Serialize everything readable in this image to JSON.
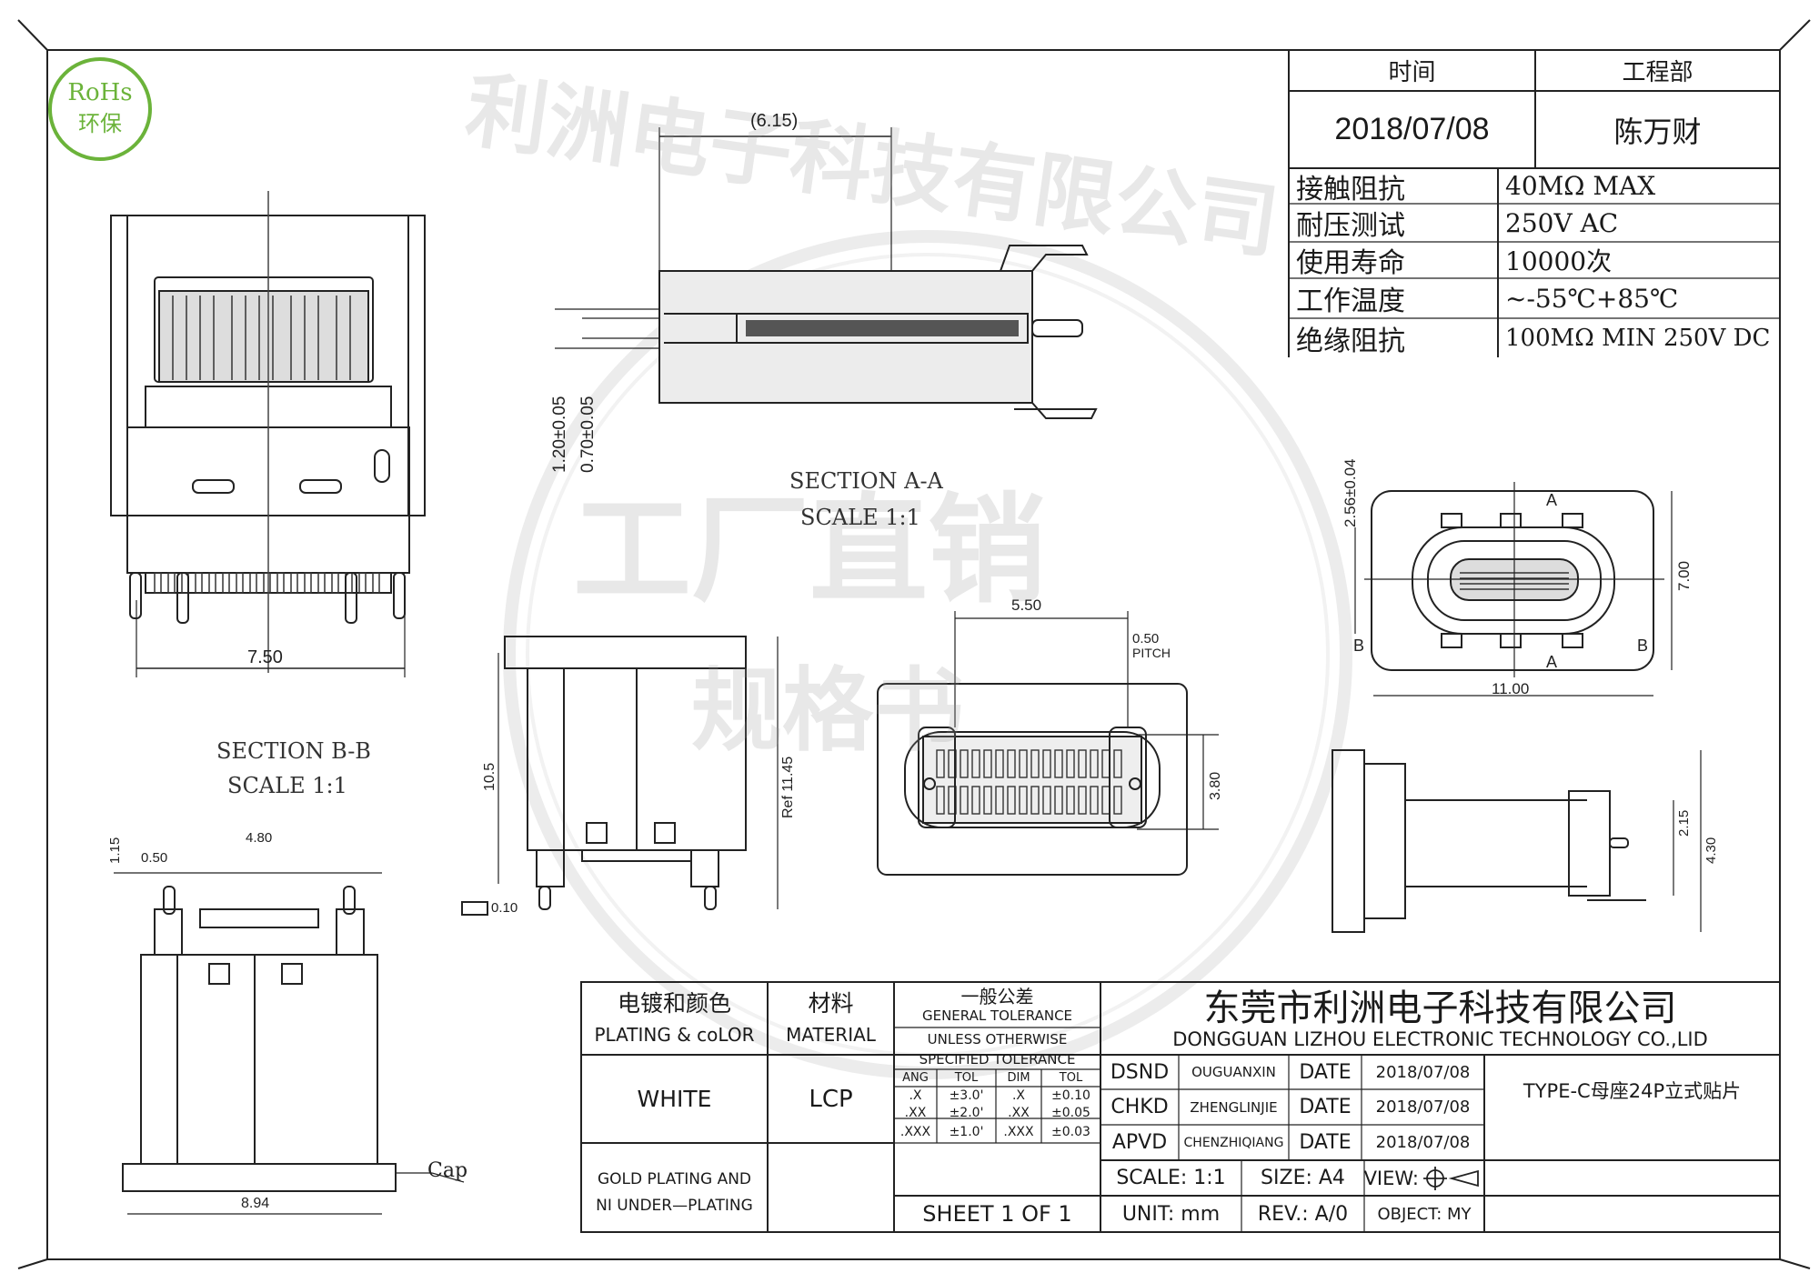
{
  "rohs": {
    "title": "RoHs",
    "subtitle": "环保"
  },
  "watermark": {
    "company": "利洲电子科技有限公司",
    "middle": "工厂直销",
    "lower": "规格书"
  },
  "header": {
    "time_label": "时间",
    "dept_label": "工程部",
    "date": "2018/07/08",
    "engineer": "陈万财"
  },
  "specs": [
    {
      "key": "接触阻抗",
      "value": "40MΩ  MAX"
    },
    {
      "key": "耐压测试",
      "value": "250V  AC"
    },
    {
      "key": "使用寿命",
      "value": "10000次"
    },
    {
      "key": "工作温度",
      "value": "~-55℃+85℃"
    },
    {
      "key": "绝缘阻抗",
      "value": "100MΩ  MIN  250V  DC"
    }
  ],
  "dimensions": {
    "d615": "(6.15)",
    "d120": "1.20±0.05",
    "d070": "0.70±0.05",
    "d750": "7.50",
    "d256": "2.56±0.04",
    "d700": "7.00",
    "d1100": "11.00",
    "d550": "5.50",
    "d050pitch": "0.50",
    "pitch": "PITCH",
    "d380": "3.80",
    "d105": "10.5",
    "dref": "Ref 11.45",
    "d010": "0.10",
    "d115": "1.15",
    "d050": "0.50",
    "d480": "4.80",
    "d894": "8.94",
    "cap": "Cap",
    "d215": "2.15",
    "d430": "4.30",
    "A": "A",
    "B": "B"
  },
  "sections": {
    "aa_title": "SECTION  A-A",
    "aa_scale": "SCALE  1:1",
    "bb_title": "SECTION  B-B",
    "bb_scale": "SCALE  1:1"
  },
  "title_block": {
    "plating_zh": "电镀和颜色",
    "plating_en": "PLATING & coLOR",
    "material_zh": "材料",
    "material_en": "MATERIAL",
    "tol_zh": "一般公差",
    "tol_en": "GENERAL  TOLERANCE",
    "unless": "UNLESS  OTHERWISE",
    "specified": "SPECIFIED  TOLERANCE",
    "tol_headers": [
      "ANG",
      "TOL",
      "DIM",
      "TOL"
    ],
    "tol_rows": [
      [
        ".X",
        "±3.0'",
        ".X",
        "±0.10"
      ],
      [
        ".XX",
        "±2.0'",
        ".XX",
        "±0.05"
      ],
      [
        ".XXX",
        "±1.0'",
        ".XXX",
        "±0.03"
      ]
    ],
    "company_zh": "东莞市利洲电子科技有限公司",
    "company_en": "DONGGUAN LIZHOU ELECTRONIC TECHNOLOGY CO.,LID",
    "color": "WHITE",
    "material": "LCP",
    "plating1": "GOLD PLATING AND",
    "plating2": "NI UNDER—PLATING",
    "sheet": "SHEET 1 OF 1",
    "rows": [
      {
        "role": "DSND",
        "name": "OUGUANXIN",
        "date_label": "DATE",
        "date": "2018/07/08"
      },
      {
        "role": "CHKD",
        "name": "ZHENGLINJIE",
        "date_label": "DATE",
        "date": "2018/07/08"
      },
      {
        "role": "APVD",
        "name": "CHENZHIQIANG",
        "date_label": "DATE",
        "date": "2018/07/08"
      }
    ],
    "part_name": "TYPE-C母座24P立式贴片",
    "scale": "SCALE:  1:1",
    "size": "SIZE:  A4",
    "view": "VIEW:",
    "unit": "UNIT:  mm",
    "rev": "REV.:  A/0",
    "object": "OBJECT:  MY"
  }
}
